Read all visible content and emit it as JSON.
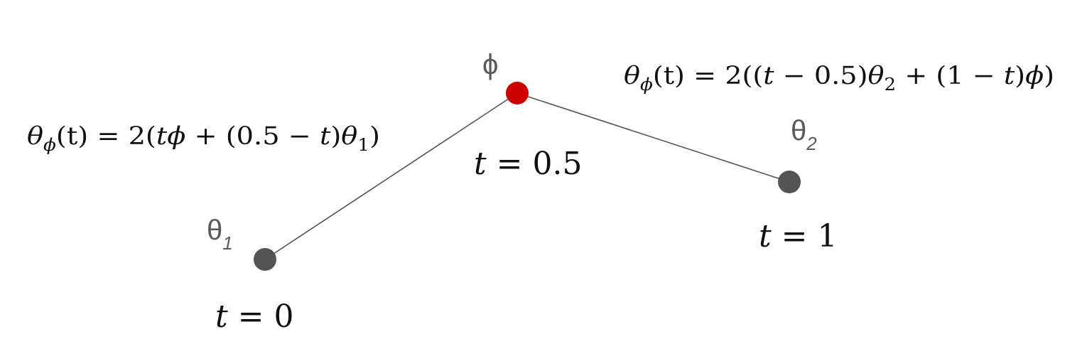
{
  "diagram": {
    "colors": {
      "endpoint": "#545454",
      "midpoint": "#cc0000",
      "line": "#555555",
      "label": "#5a5a5a",
      "math": "#111111"
    },
    "points": {
      "theta1": {
        "symbol": "θ",
        "subscript": "1"
      },
      "phi": {
        "symbol": "ϕ"
      },
      "theta2": {
        "symbol": "θ",
        "subscript": "2"
      }
    },
    "t_labels": {
      "t0": {
        "var": "t",
        "rel": " = ",
        "value": "0"
      },
      "t05": {
        "var": "t",
        "rel": " = ",
        "value": "0.5"
      },
      "t1": {
        "var": "t",
        "rel": " = ",
        "value": "1"
      }
    },
    "equations": {
      "left": {
        "theta": "θ",
        "phi_sub": "ϕ",
        "arg": "(t)",
        "head": " = 2(",
        "t1": "t",
        "phi": "ϕ",
        "mid": " + (0.5 − ",
        "t2": "t",
        "close": ")",
        "theta_end": "θ",
        "sub_end": "1",
        "tail": ")"
      },
      "right": {
        "theta": "θ",
        "phi_sub": "ϕ",
        "arg": "(t)",
        "head": " = 2((",
        "t1": "t",
        "mid": " − 0.5)",
        "theta2": "θ",
        "sub2": "2",
        "plus": " + (1 − ",
        "t2": "t",
        "close": ")",
        "phi": "ϕ",
        "tail": ")"
      }
    }
  }
}
